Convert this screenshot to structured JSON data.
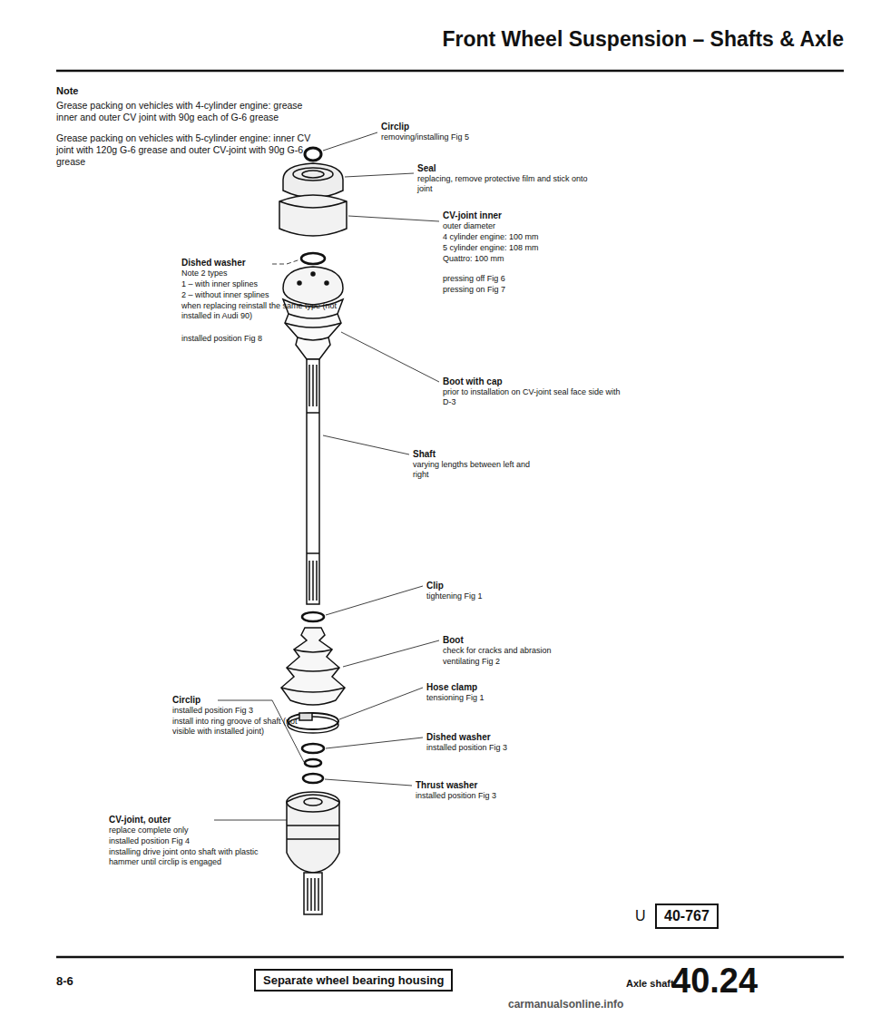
{
  "diagram": {
    "title": "Front Wheel Suspension – Shafts & Axle",
    "nodes": [
      {
        "text": [
          "Separate wheel bearing housing"
        ]
      },
      {
        "text": [
          "40-767"
        ]
      }
    ],
    "labels": [
      "Note",
      "Grease packing on vehicles with 4-cylinder engine: grease inner and outer CV joint with 90g each of G-6 grease",
      "Grease packing on vehicles with 5-cylinder engine: inner CV joint with 120g G-6 grease and outer CV-joint with 90g G-6 grease",
      "Circlip",
      "removing/installing Fig 5",
      "Seal",
      "replacing, remove protective film and stick onto joint",
      "CV-joint inner",
      "outer diameter",
      "4 cylinder engine: 100 mm",
      "5 cylinder engine: 108 mm",
      "Quattro: 100 mm",
      "pressing off Fig 6",
      "pressing on Fig 7",
      "Dished washer",
      "Note 2 types",
      "1 – with inner splines",
      "2 – without inner splines",
      "when replacing reinstall the same type (not installed in Audi 90)",
      "installed position Fig 8",
      "Boot with cap",
      "prior to installation on CV-joint seal face side with D-3",
      "Shaft",
      "varying lengths between left and right",
      "Clip",
      "tightening Fig 1",
      "Boot",
      "check for cracks and abrasion",
      "ventilating Fig 2",
      "Hose clamp",
      "tensioning Fig 1",
      "Circlip",
      "installed position Fig 3",
      "install into ring groove of shaft (not visible with installed joint)",
      "Dished washer",
      "installed position Fig 3",
      "Thrust washer",
      "installed position Fig 3",
      "CV-joint, outer",
      "replace complete only",
      "installed position Fig 4",
      "installing drive joint onto shaft with plastic hammer until circlip is engaged",
      "U",
      "8-6",
      "Axle shaft",
      "40.24",
      "carmanualsonline.info"
    ]
  }
}
